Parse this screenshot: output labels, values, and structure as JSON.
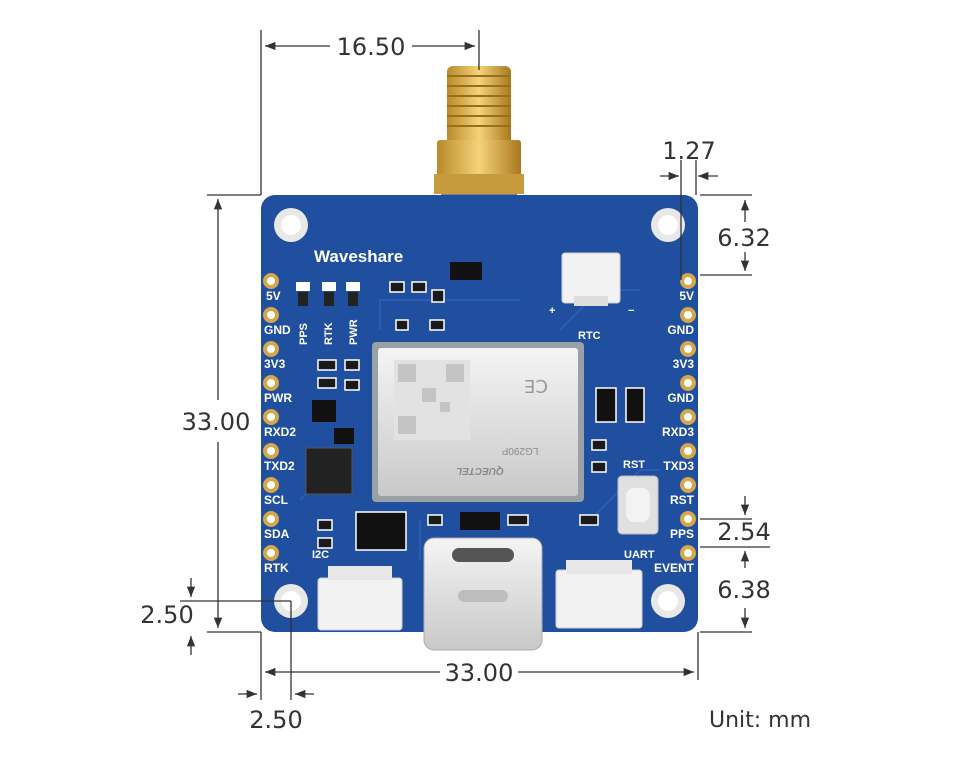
{
  "dimensions": {
    "top_width": "16.50",
    "hole_pitch": "1.27",
    "hole_to_edge": "6.32",
    "board_height": "33.00",
    "pin_pitch": "2.54",
    "bottom_hole_offset": "6.38",
    "left_bottom_offset": "2.50",
    "board_width": "33.00",
    "left_hole_offset": "2.50"
  },
  "unit_label": "Unit: mm",
  "board": {
    "brand": "Waveshare",
    "left_pins": [
      "5V",
      "GND",
      "3V3",
      "PWR",
      "RXD2",
      "TXD2",
      "SCL",
      "SDA",
      "RTK"
    ],
    "right_pins": [
      "5V",
      "GND",
      "3V3",
      "GND",
      "RXD3",
      "TXD3",
      "RST",
      "PPS",
      "EVENT"
    ],
    "led_labels": [
      "PPS",
      "RTK",
      "PWR"
    ],
    "rtc_label": "RTC",
    "rtc_plus": "+",
    "rtc_minus": "−",
    "rst_button_label": "RST",
    "uart_label": "UART",
    "i2c_label": "I2C",
    "module_text": [
      "LG290P",
      "QUECTEL"
    ]
  },
  "colors": {
    "board": "#1f4f9e",
    "copper": "#d6a64a",
    "connector": "#f2f2f2",
    "dimension_line": "#333333"
  }
}
